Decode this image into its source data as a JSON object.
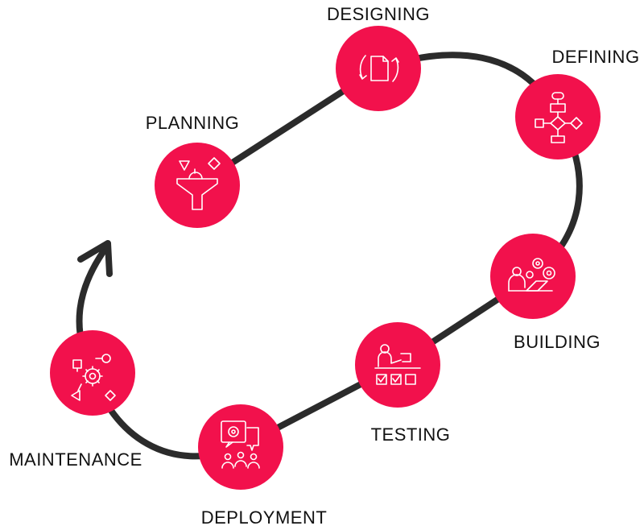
{
  "diagram": {
    "colors": {
      "node": "#f2114c",
      "path": "#2b2b2b",
      "icon": "#ffffff",
      "text": "#111111"
    },
    "stages": [
      {
        "id": "planning",
        "label": "PLANNING",
        "icon": "funnel-shapes-icon"
      },
      {
        "id": "designing",
        "label": "DESIGNING",
        "icon": "document-cycle-icon"
      },
      {
        "id": "defining",
        "label": "DEFINING",
        "icon": "flowchart-icon"
      },
      {
        "id": "building",
        "label": "BUILDING",
        "icon": "person-laptop-gears-icon"
      },
      {
        "id": "testing",
        "label": "TESTING",
        "icon": "person-checkboxes-icon"
      },
      {
        "id": "deployment",
        "label": "DEPLOYMENT",
        "icon": "gear-presentation-team-icon"
      },
      {
        "id": "maintenance",
        "label": "MAINTENANCE",
        "icon": "gear-process-shapes-icon"
      }
    ]
  }
}
